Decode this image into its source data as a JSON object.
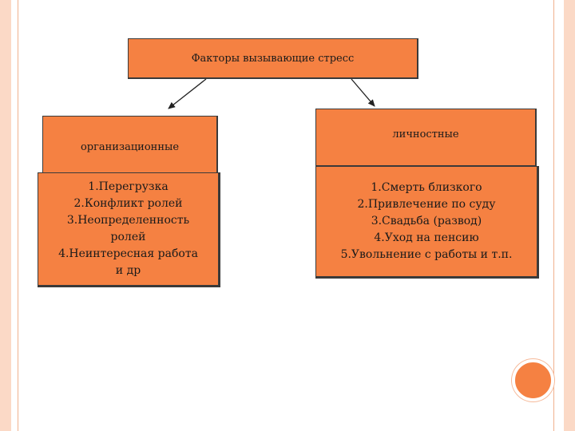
{
  "diagram": {
    "title": "Факторы вызывающие стресс",
    "branches": [
      {
        "label": "организационные",
        "items": [
          "1.Перегрузка",
          "2.Конфликт ролей",
          "3.Неопределенность",
          "ролей",
          "4.Неинтересная работа",
          "и др"
        ]
      },
      {
        "label": "личностные",
        "items": [
          "1.Смерть близкого",
          "2.Привлечение по суду",
          "3.Свадьба (развод)",
          "4.Уход на пенсию",
          "5.Увольнение с работы и т.п."
        ]
      }
    ]
  },
  "colors": {
    "box_fill": "#f58142",
    "accent_strip": "#fbd9c6",
    "border": "#3a3a3a"
  }
}
